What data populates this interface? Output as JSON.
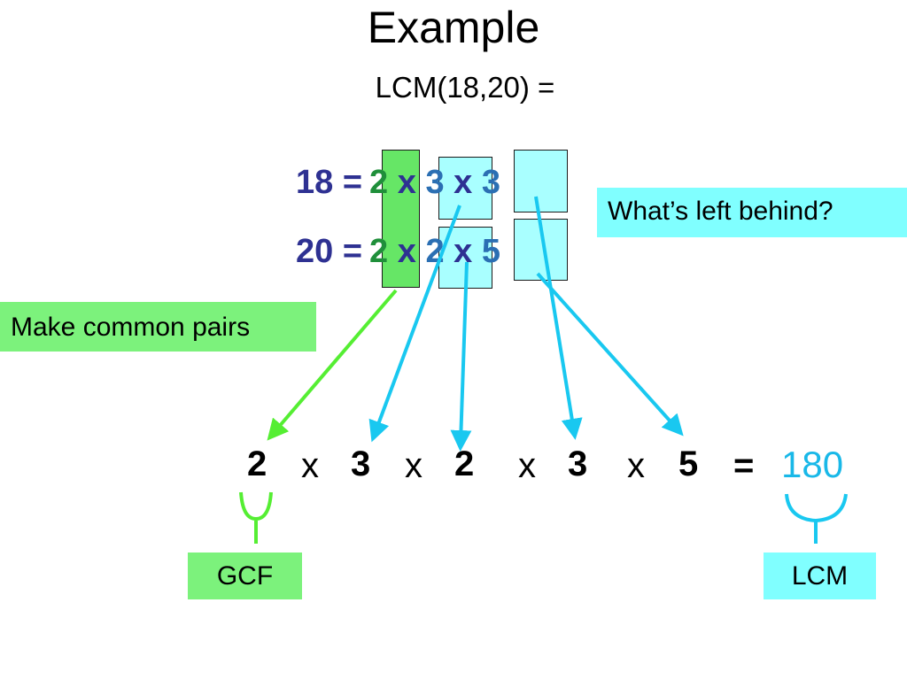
{
  "title": "Example",
  "subtitle": "LCM(18,20) =",
  "row1": {
    "n": "18",
    "eq": "=",
    "f1": "2",
    "x1": "x",
    "f2": "3",
    "x2": "x",
    "f3": "3"
  },
  "row2": {
    "n": "20",
    "eq": "=",
    "f1": "2",
    "x1": "x",
    "f2": "2",
    "x2": "x",
    "f3": "5"
  },
  "callouts": {
    "left_behind": "What’s left behind?",
    "common_pairs": "Make common pairs",
    "gcf": "GCF",
    "lcm": "LCM"
  },
  "product": {
    "terms": [
      "2",
      "3",
      "2",
      "3",
      "5"
    ],
    "times": "x",
    "equals": "=",
    "result": "180"
  },
  "colors": {
    "green_arrow": "#55ee33",
    "cyan_arrow": "#19c8f0",
    "navy_text": "#2e3192"
  }
}
